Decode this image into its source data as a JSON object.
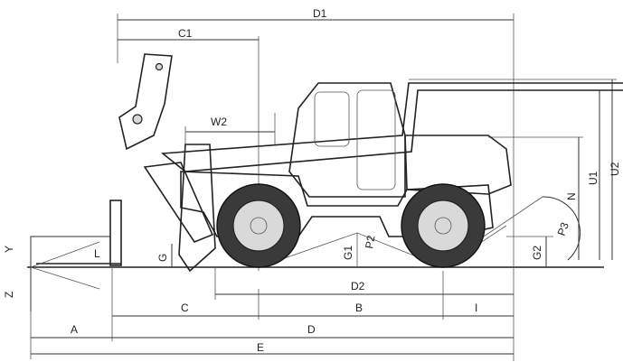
{
  "labels": {
    "D1": "D1",
    "C1": "C1",
    "W2": "W2",
    "U1": "U1",
    "U2": "U2",
    "N": "N",
    "P3": "P3",
    "P2": "P2",
    "G1": "G1",
    "G2": "G2",
    "G": "G",
    "Y": "Y",
    "Z": "Z",
    "D2": "D2",
    "C": "C",
    "B": "B",
    "I": "I",
    "A": "A",
    "D": "D",
    "E": "E",
    "L": "L"
  }
}
